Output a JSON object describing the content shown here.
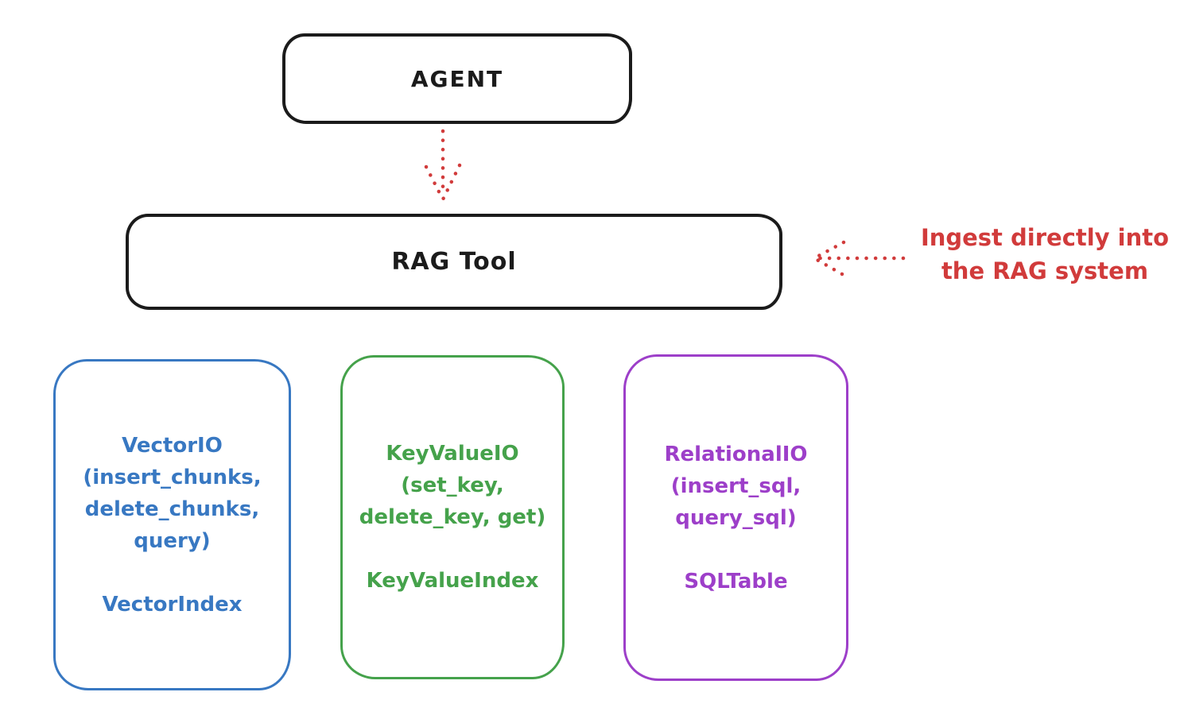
{
  "agent_box": {
    "label": "AGENT"
  },
  "rag_box": {
    "label": "RAG Tool"
  },
  "annotation": {
    "text": "Ingest directly into\nthe RAG system"
  },
  "io_boxes": [
    {
      "label": "VectorIO\n(insert_chunks,\ndelete_chunks,\nquery)",
      "index_label": "VectorIndex",
      "color": "#3878c2"
    },
    {
      "label": "KeyValueIO\n(set_key,\ndelete_key, get)",
      "index_label": "KeyValueIndex",
      "color": "#45a24b"
    },
    {
      "label": "RelationalIO\n(insert_sql,\nquery_sql)",
      "index_label": "SQLTable",
      "color": "#9d3fc9"
    }
  ],
  "colors": {
    "stroke_black": "#1b1b1b",
    "accent_red": "#d13b3b",
    "blue": "#3878c2",
    "green": "#45a24b",
    "purple": "#9d3fc9",
    "background": "#ffffff"
  }
}
